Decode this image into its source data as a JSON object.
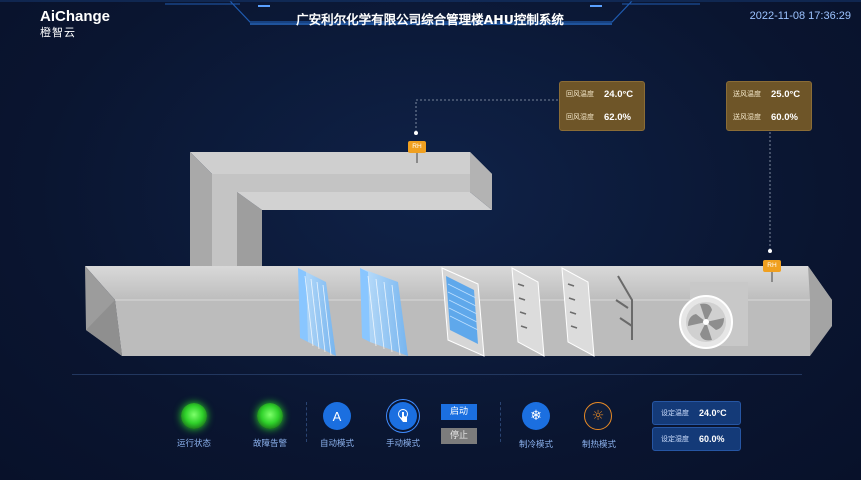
{
  "header": {
    "logo_brand": "AiChange",
    "logo_sub": "橙智云",
    "title": "广安利尔化学有限公司综合管理楼AHU控制系统",
    "datetime": "2022-11-08 17:36:29"
  },
  "sensors": {
    "return_air": {
      "badge": "RH",
      "temp_label": "回风温度",
      "temp_value": "24.0°C",
      "hum_label": "回风湿度",
      "hum_value": "62.0%"
    },
    "supply_air": {
      "badge": "RH",
      "temp_label": "送风温度",
      "temp_value": "25.0°C",
      "hum_label": "送风湿度",
      "hum_value": "60.0%"
    }
  },
  "controls": {
    "run_status": "运行状态",
    "fault_alarm": "故障告警",
    "auto_mode": "自动模式",
    "auto_icon_text": "A",
    "manual_mode": "手动模式",
    "start": "启动",
    "stop": "停止",
    "cooling_mode": "制冷模式",
    "heating_mode": "制热模式"
  },
  "setpoints": {
    "temp_label": "设定温度",
    "temp_value": "24.0°C",
    "hum_label": "设定湿度",
    "hum_value": "60.0%"
  },
  "colors": {
    "background": "#0a1530",
    "lamp_green": "#2fd12a",
    "accent_blue": "#1b6fe0",
    "sensor_box": "#6e5528",
    "heat_orange": "#e88a25",
    "sensor_badge": "#f0a020"
  }
}
